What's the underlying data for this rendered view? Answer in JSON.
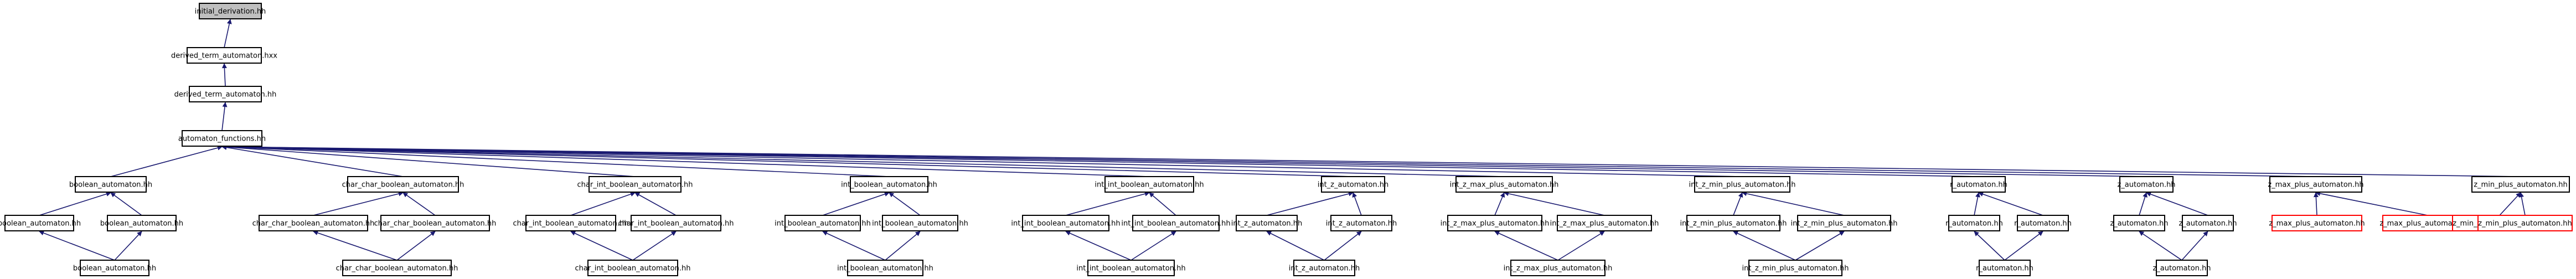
{
  "colors": {
    "edge": "#191970",
    "root_fill": "#bfbfbf",
    "node_border": "#000000",
    "missing_border": "#ff0000"
  },
  "nodes": [
    {
      "id": "root",
      "label": "initial_derivation.hh",
      "kind": "root"
    },
    {
      "id": "dta_hxx",
      "label": "derived_term_automaton.hxx"
    },
    {
      "id": "dta_hh",
      "label": "derived_term_automaton.hh"
    },
    {
      "id": "af",
      "label": "automaton_functions.hh"
    },
    {
      "id": "b1",
      "label": "boolean_automaton.hh"
    },
    {
      "id": "b2",
      "label": "boolean_automaton.hh"
    },
    {
      "id": "b3",
      "label": "boolean_automaton.hh"
    },
    {
      "id": "b4",
      "label": "boolean_automaton.hh"
    },
    {
      "id": "ccb1",
      "label": "char_char_boolean_automaton.hh"
    },
    {
      "id": "ccb2",
      "label": "char_char_boolean_automaton.hh"
    },
    {
      "id": "ccb3",
      "label": "char_char_boolean_automaton.hh"
    },
    {
      "id": "ccb4",
      "label": "char_char_boolean_automaton.hh"
    },
    {
      "id": "cib1",
      "label": "char_int_boolean_automaton.hh"
    },
    {
      "id": "cib2",
      "label": "char_int_boolean_automaton.hh"
    },
    {
      "id": "cib3",
      "label": "char_int_boolean_automaton.hh"
    },
    {
      "id": "cib4",
      "label": "char_int_boolean_automaton.hh"
    },
    {
      "id": "ib1",
      "label": "int_boolean_automaton.hh"
    },
    {
      "id": "ib2",
      "label": "int_boolean_automaton.hh"
    },
    {
      "id": "ib3",
      "label": "int_boolean_automaton.hh"
    },
    {
      "id": "ib4",
      "label": "int_boolean_automaton.hh"
    },
    {
      "id": "iib1",
      "label": "int_int_boolean_automaton.hh"
    },
    {
      "id": "iib2",
      "label": "int_int_boolean_automaton.hh"
    },
    {
      "id": "iib3",
      "label": "int_int_boolean_automaton.hh"
    },
    {
      "id": "iib4",
      "label": "int_int_boolean_automaton.hh"
    },
    {
      "id": "iz1",
      "label": "int_z_automaton.hh"
    },
    {
      "id": "iz2",
      "label": "int_z_automaton.hh"
    },
    {
      "id": "iz3",
      "label": "int_z_automaton.hh"
    },
    {
      "id": "iz4",
      "label": "int_z_automaton.hh"
    },
    {
      "id": "izmx1",
      "label": "int_z_max_plus_automaton.hh"
    },
    {
      "id": "izmx2",
      "label": "int_z_max_plus_automaton.hh"
    },
    {
      "id": "izmx3",
      "label": "int_z_max_plus_automaton.hh"
    },
    {
      "id": "izmx4",
      "label": "int_z_max_plus_automaton.hh"
    },
    {
      "id": "izmn1",
      "label": "int_z_min_plus_automaton.hh"
    },
    {
      "id": "izmn2",
      "label": "int_z_min_plus_automaton.hh"
    },
    {
      "id": "izmn3",
      "label": "int_z_min_plus_automaton.hh"
    },
    {
      "id": "izmn4",
      "label": "int_z_min_plus_automaton.hh"
    },
    {
      "id": "r1",
      "label": "r_automaton.hh"
    },
    {
      "id": "r2",
      "label": "r_automaton.hh"
    },
    {
      "id": "r3",
      "label": "r_automaton.hh"
    },
    {
      "id": "r4",
      "label": "r_automaton.hh"
    },
    {
      "id": "z1",
      "label": "z_automaton.hh"
    },
    {
      "id": "z2",
      "label": "z_automaton.hh"
    },
    {
      "id": "z3",
      "label": "z_automaton.hh"
    },
    {
      "id": "z4",
      "label": "z_automaton.hh"
    },
    {
      "id": "zmx1",
      "label": "z_max_plus_automaton.hh"
    },
    {
      "id": "zmx2",
      "label": "z_max_plus_automaton.hh",
      "kind": "missing"
    },
    {
      "id": "zmx3",
      "label": "z_max_plus_automaton.hh",
      "kind": "missing"
    },
    {
      "id": "zmn1",
      "label": "z_min_plus_automaton.hh"
    },
    {
      "id": "zmn2",
      "label": "z_min_plus_automaton.hh",
      "kind": "missing"
    },
    {
      "id": "zmn3",
      "label": "z_min_plus_automaton.hh",
      "kind": "missing"
    }
  ],
  "edges": [
    [
      "dta_hxx",
      "root"
    ],
    [
      "dta_hh",
      "dta_hxx"
    ],
    [
      "af",
      "dta_hh"
    ],
    [
      "b1",
      "af"
    ],
    [
      "ccb1",
      "af"
    ],
    [
      "cib1",
      "af"
    ],
    [
      "ib1",
      "af"
    ],
    [
      "iib1",
      "af"
    ],
    [
      "iz1",
      "af"
    ],
    [
      "izmx1",
      "af"
    ],
    [
      "izmn1",
      "af"
    ],
    [
      "r1",
      "af"
    ],
    [
      "z1",
      "af"
    ],
    [
      "zmx1",
      "af"
    ],
    [
      "zmn1",
      "af"
    ],
    [
      "b2",
      "b1"
    ],
    [
      "b3",
      "b1"
    ],
    [
      "b4",
      "b2"
    ],
    [
      "b4",
      "b3"
    ],
    [
      "ccb2",
      "ccb1"
    ],
    [
      "ccb3",
      "ccb1"
    ],
    [
      "ccb4",
      "ccb2"
    ],
    [
      "ccb4",
      "ccb3"
    ],
    [
      "cib2",
      "cib1"
    ],
    [
      "cib3",
      "cib1"
    ],
    [
      "cib4",
      "cib2"
    ],
    [
      "cib4",
      "cib3"
    ],
    [
      "ib2",
      "ib1"
    ],
    [
      "ib3",
      "ib1"
    ],
    [
      "ib4",
      "ib2"
    ],
    [
      "ib4",
      "ib3"
    ],
    [
      "iib2",
      "iib1"
    ],
    [
      "iib3",
      "iib1"
    ],
    [
      "iib4",
      "iib2"
    ],
    [
      "iib4",
      "iib3"
    ],
    [
      "iz2",
      "iz1"
    ],
    [
      "iz3",
      "iz1"
    ],
    [
      "iz4",
      "iz2"
    ],
    [
      "iz4",
      "iz3"
    ],
    [
      "izmx2",
      "izmx1"
    ],
    [
      "izmx3",
      "izmx1"
    ],
    [
      "izmx4",
      "izmx2"
    ],
    [
      "izmx4",
      "izmx3"
    ],
    [
      "izmn2",
      "izmn1"
    ],
    [
      "izmn3",
      "izmn1"
    ],
    [
      "izmn4",
      "izmn2"
    ],
    [
      "izmn4",
      "izmn3"
    ],
    [
      "r2",
      "r1"
    ],
    [
      "r3",
      "r1"
    ],
    [
      "r4",
      "r2"
    ],
    [
      "r4",
      "r3"
    ],
    [
      "z2",
      "z1"
    ],
    [
      "z3",
      "z1"
    ],
    [
      "z4",
      "z2"
    ],
    [
      "z4",
      "z3"
    ],
    [
      "zmx2",
      "zmx1"
    ],
    [
      "zmx3",
      "zmx1"
    ],
    [
      "zmn2",
      "zmn1"
    ],
    [
      "zmn3",
      "zmn1"
    ]
  ]
}
